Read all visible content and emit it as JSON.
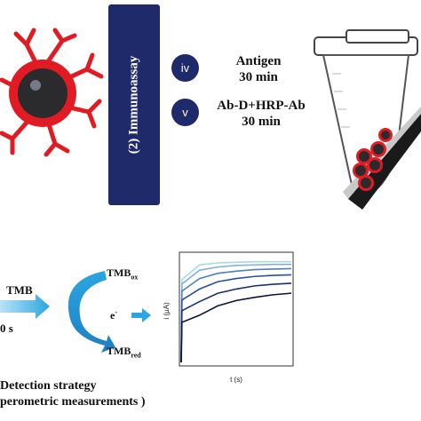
{
  "banner": {
    "label": "(2) Immunoassay"
  },
  "steps": [
    {
      "numeral": "iv",
      "line1": "Antigen",
      "line2": "30 min"
    },
    {
      "numeral": "v",
      "line1": "Ab-D+HRP-Ab",
      "line2": "30 min"
    }
  ],
  "reaction": {
    "left_label": "TMB",
    "time_fragment": "0 s",
    "tmb_ox": "TMB",
    "tmb_ox_sub": "ox",
    "electron": "e",
    "tmb_red": "TMB",
    "tmb_red_sub": "red"
  },
  "caption": {
    "line1": "Detection strategy",
    "line2": "perometric measurements )"
  },
  "chart_data": {
    "type": "line",
    "xlabel": "t (s)",
    "ylabel": "i (µA)",
    "series": [
      {
        "color": "#a6dcdc",
        "values": [
          0,
          0.93,
          0.95,
          0.955,
          0.96,
          0.96,
          0.96
        ]
      },
      {
        "color": "#7fb0d8",
        "values": [
          0,
          0.88,
          0.91,
          0.925,
          0.93,
          0.935,
          0.935
        ]
      },
      {
        "color": "#4f7fbf",
        "values": [
          0,
          0.8,
          0.85,
          0.87,
          0.885,
          0.89,
          0.895
        ]
      },
      {
        "color": "#2b4f9a",
        "values": [
          0,
          0.7,
          0.77,
          0.8,
          0.82,
          0.83,
          0.835
        ]
      },
      {
        "color": "#1a2f73",
        "values": [
          0,
          0.58,
          0.66,
          0.7,
          0.73,
          0.745,
          0.755
        ]
      },
      {
        "color": "#0b1238",
        "values": [
          0,
          0.45,
          0.54,
          0.59,
          0.62,
          0.645,
          0.66
        ]
      }
    ],
    "x": [
      0,
      1,
      2,
      3,
      4,
      5,
      6
    ],
    "ylim": [
      0,
      1
    ],
    "grid": false
  }
}
